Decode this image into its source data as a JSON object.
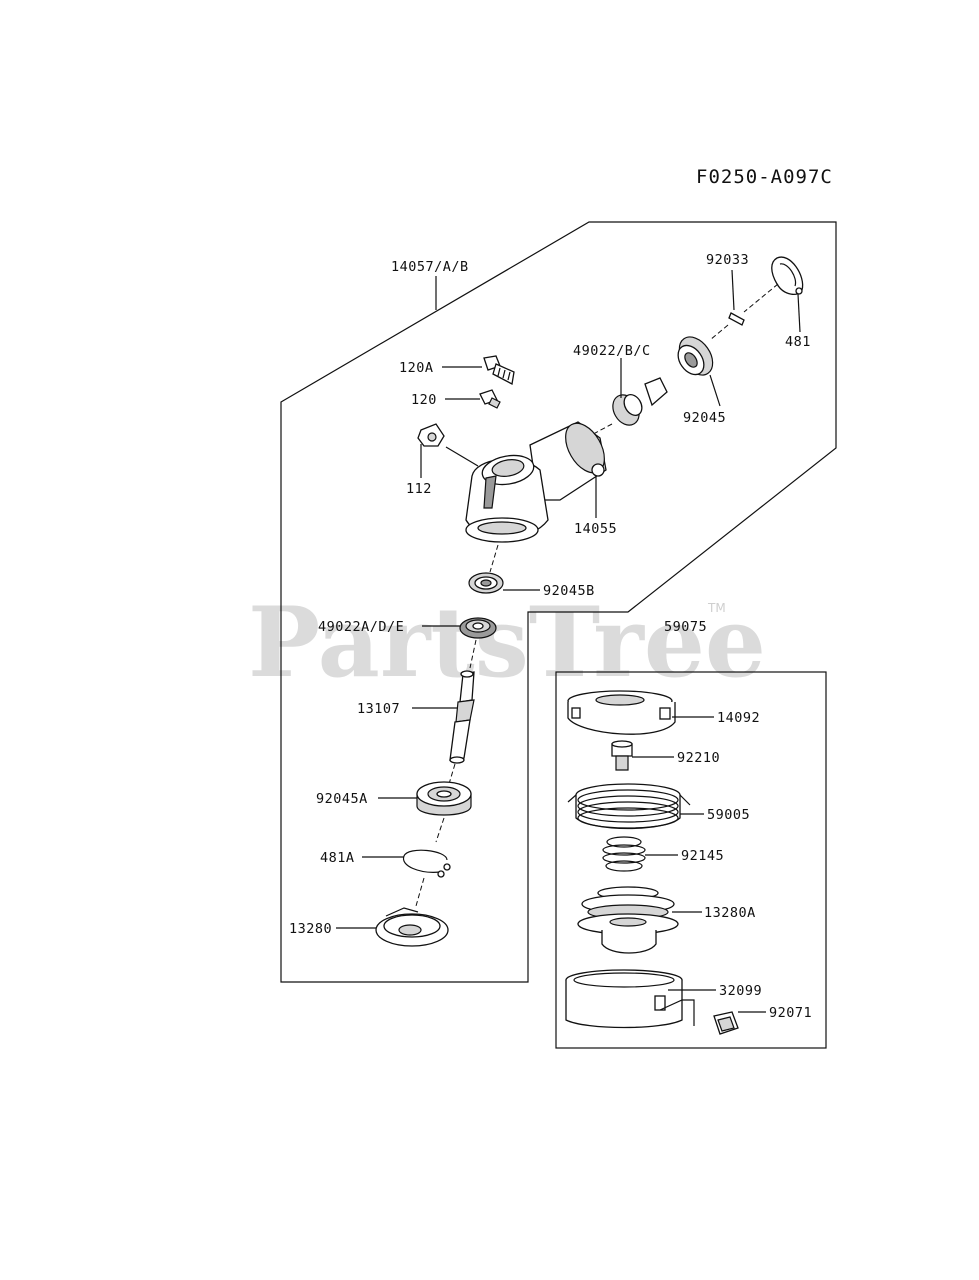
{
  "diagram_code": "F0250-A097C",
  "watermark": {
    "text": "PartsTree",
    "trademark": "TM"
  },
  "parts": {
    "p14057": "14057/A/B",
    "p92033": "92033",
    "p481": "481",
    "p49022": "49022/B/C",
    "p120A": "120A",
    "p120": "120",
    "p112": "112",
    "p92045": "92045",
    "p14055": "14055",
    "p92045B": "92045B",
    "p49022ADE": "49022A/D/E",
    "p59075": "59075",
    "p13107": "13107",
    "p92045A": "92045A",
    "p481A": "481A",
    "p13280": "13280",
    "p14092": "14092",
    "p92210": "92210",
    "p59005": "59005",
    "p92145": "92145",
    "p13280A": "13280A",
    "p32099": "32099",
    "p92071": "92071"
  }
}
